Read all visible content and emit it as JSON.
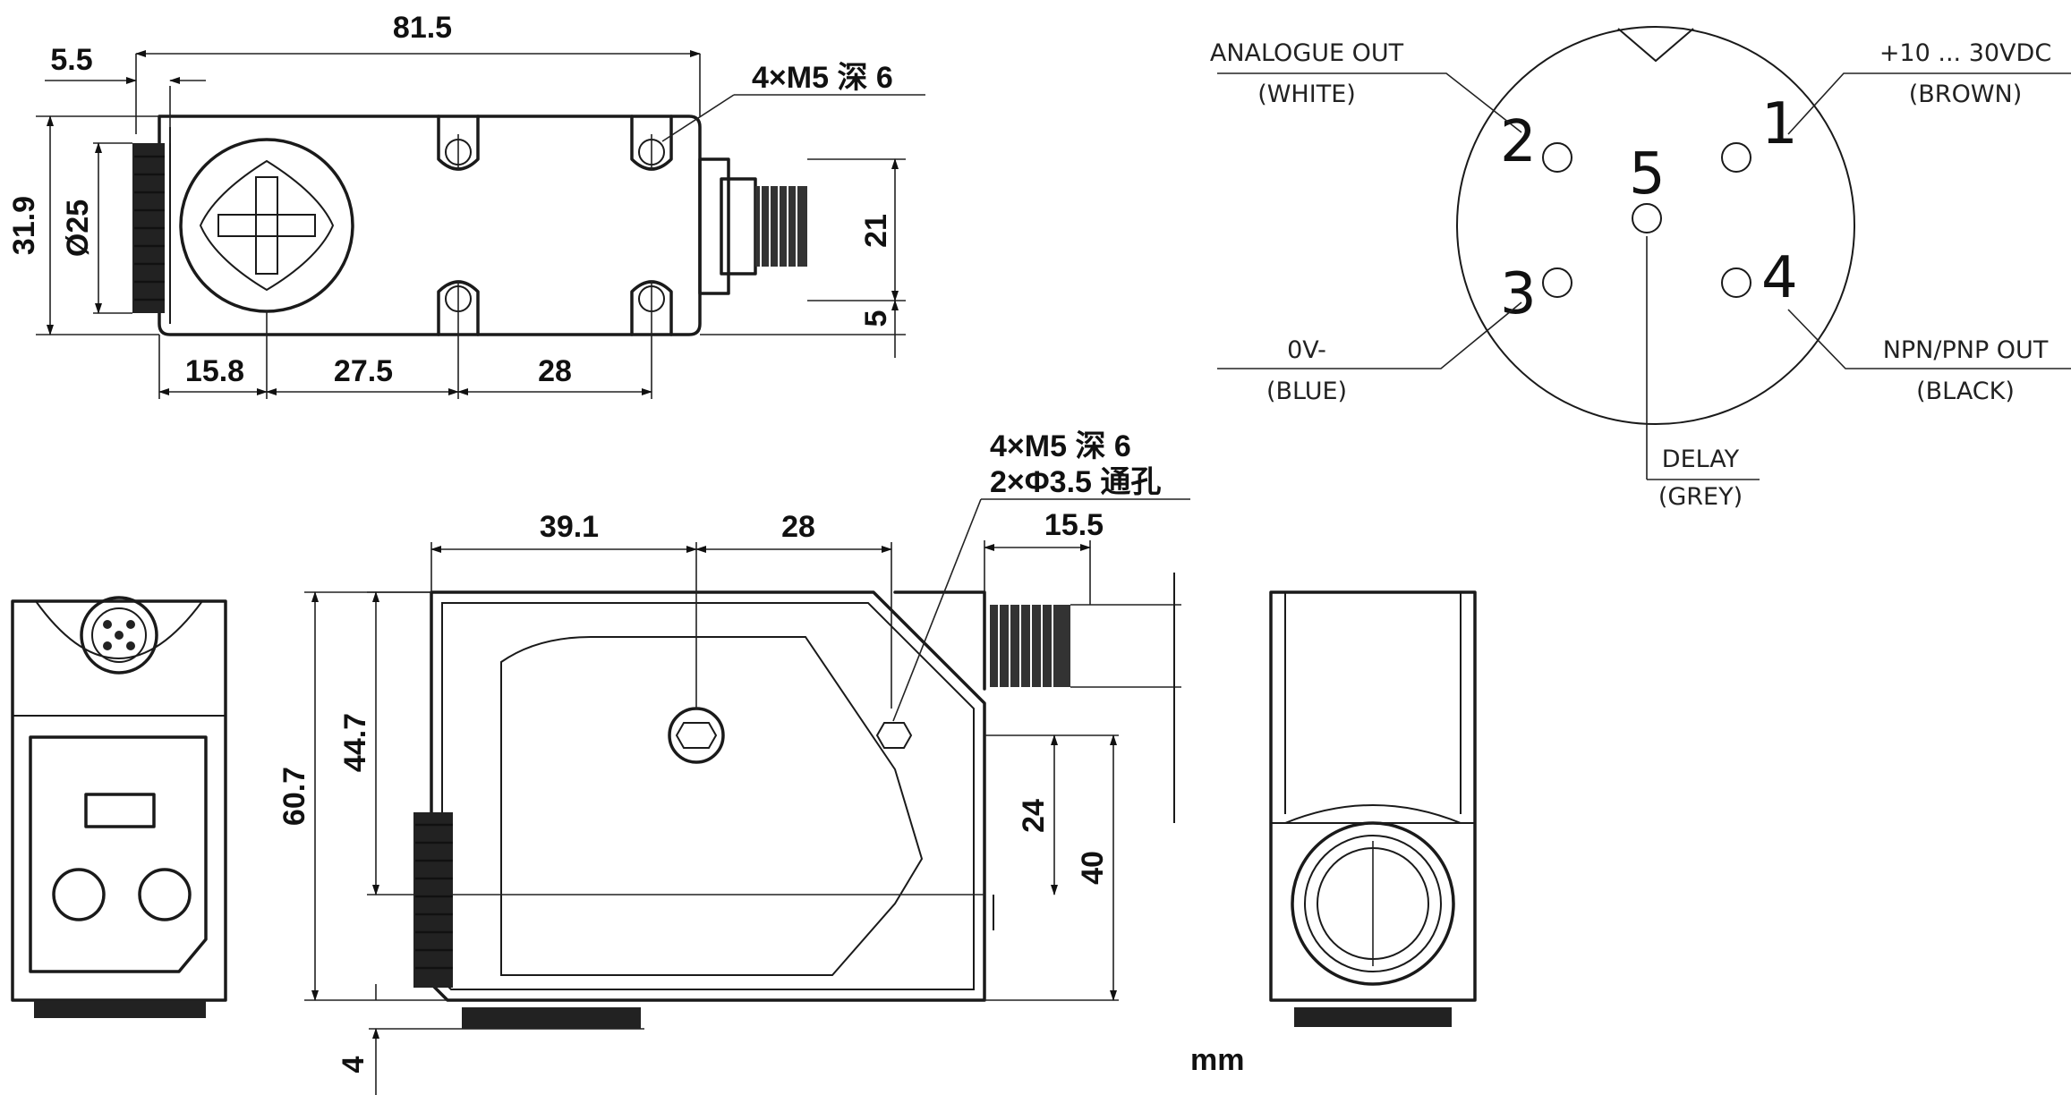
{
  "dimensions": {
    "top_view": {
      "overall_length": "81.5",
      "lens_offset": "5.5",
      "mount_holes": "4×M5 深 6",
      "height": "31.9",
      "lens_diameter": "Ø25",
      "connector_height": "21",
      "connector_offset": "5",
      "bottom_1": "15.8",
      "bottom_2": "27.5",
      "bottom_3": "28"
    },
    "side_view": {
      "holes_1": "4×M5 深 6",
      "holes_2": "2×Φ3.5 通孔",
      "top_1": "39.1",
      "top_2": "28",
      "connector_length": "15.5",
      "height": "60.7",
      "inner_height": "44.7",
      "dim_24": "24",
      "dim_40": "40",
      "bottom_offset": "4",
      "unit": "mm"
    }
  },
  "pinout": {
    "pins": [
      {
        "number": "1",
        "label": "+10 ... 30VDC",
        "color": "(BROWN)"
      },
      {
        "number": "2",
        "label": "ANALOGUE OUT",
        "color": "(WHITE)"
      },
      {
        "number": "3",
        "label": "0V-",
        "color": "(BLUE)"
      },
      {
        "number": "4",
        "label": "NPN/PNP OUT",
        "color": "(BLACK)"
      },
      {
        "number": "5",
        "label": "DELAY",
        "color": "(GREY)"
      }
    ]
  }
}
